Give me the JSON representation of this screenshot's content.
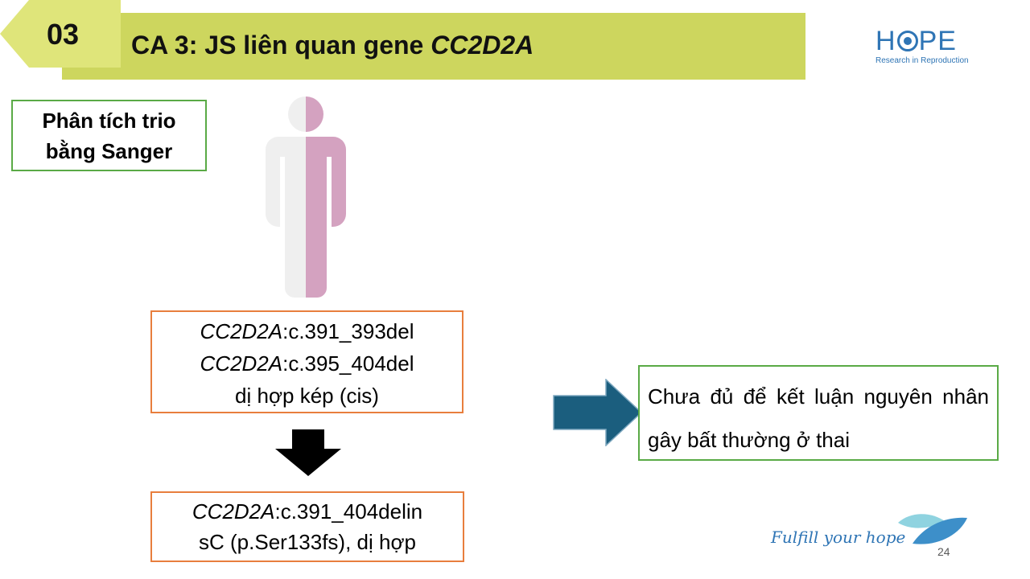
{
  "header": {
    "section_number": "03",
    "title_prefix": "CA 3: JS liên quan gene ",
    "title_gene": "CC2D2A"
  },
  "logo": {
    "letters": [
      "H",
      "P",
      "E"
    ],
    "tagline": "Research in Reproduction"
  },
  "method_box": {
    "line1": "Phân tích trio",
    "line2": "bằng Sanger"
  },
  "variant_box": {
    "gene": "CC2D2A",
    "line1_suffix": ":c.391_393del",
    "line2_suffix": ":c.395_404del",
    "line3": "dị hợp kép (cis)"
  },
  "result_box": {
    "gene": "CC2D2A",
    "line1_suffix": ":c.391_404delin",
    "line2": "sC (p.Ser133fs), dị hợp"
  },
  "conclusion": {
    "text": "Chưa đủ để kết luận nguyên nhân gây bất thường ở thai"
  },
  "footer": {
    "tagline": "Fulfill your hope",
    "page_number": "24"
  },
  "colors": {
    "title_bar": "#cdd65e",
    "number_tab": "#dfe57a",
    "person_left": "#efefef",
    "person_right": "#d4a2c0",
    "orange_border": "#e87e3d",
    "green_border": "#5aaa46",
    "arrow_teal": "#1b5e7e",
    "logo_blue": "#2f75b5"
  }
}
